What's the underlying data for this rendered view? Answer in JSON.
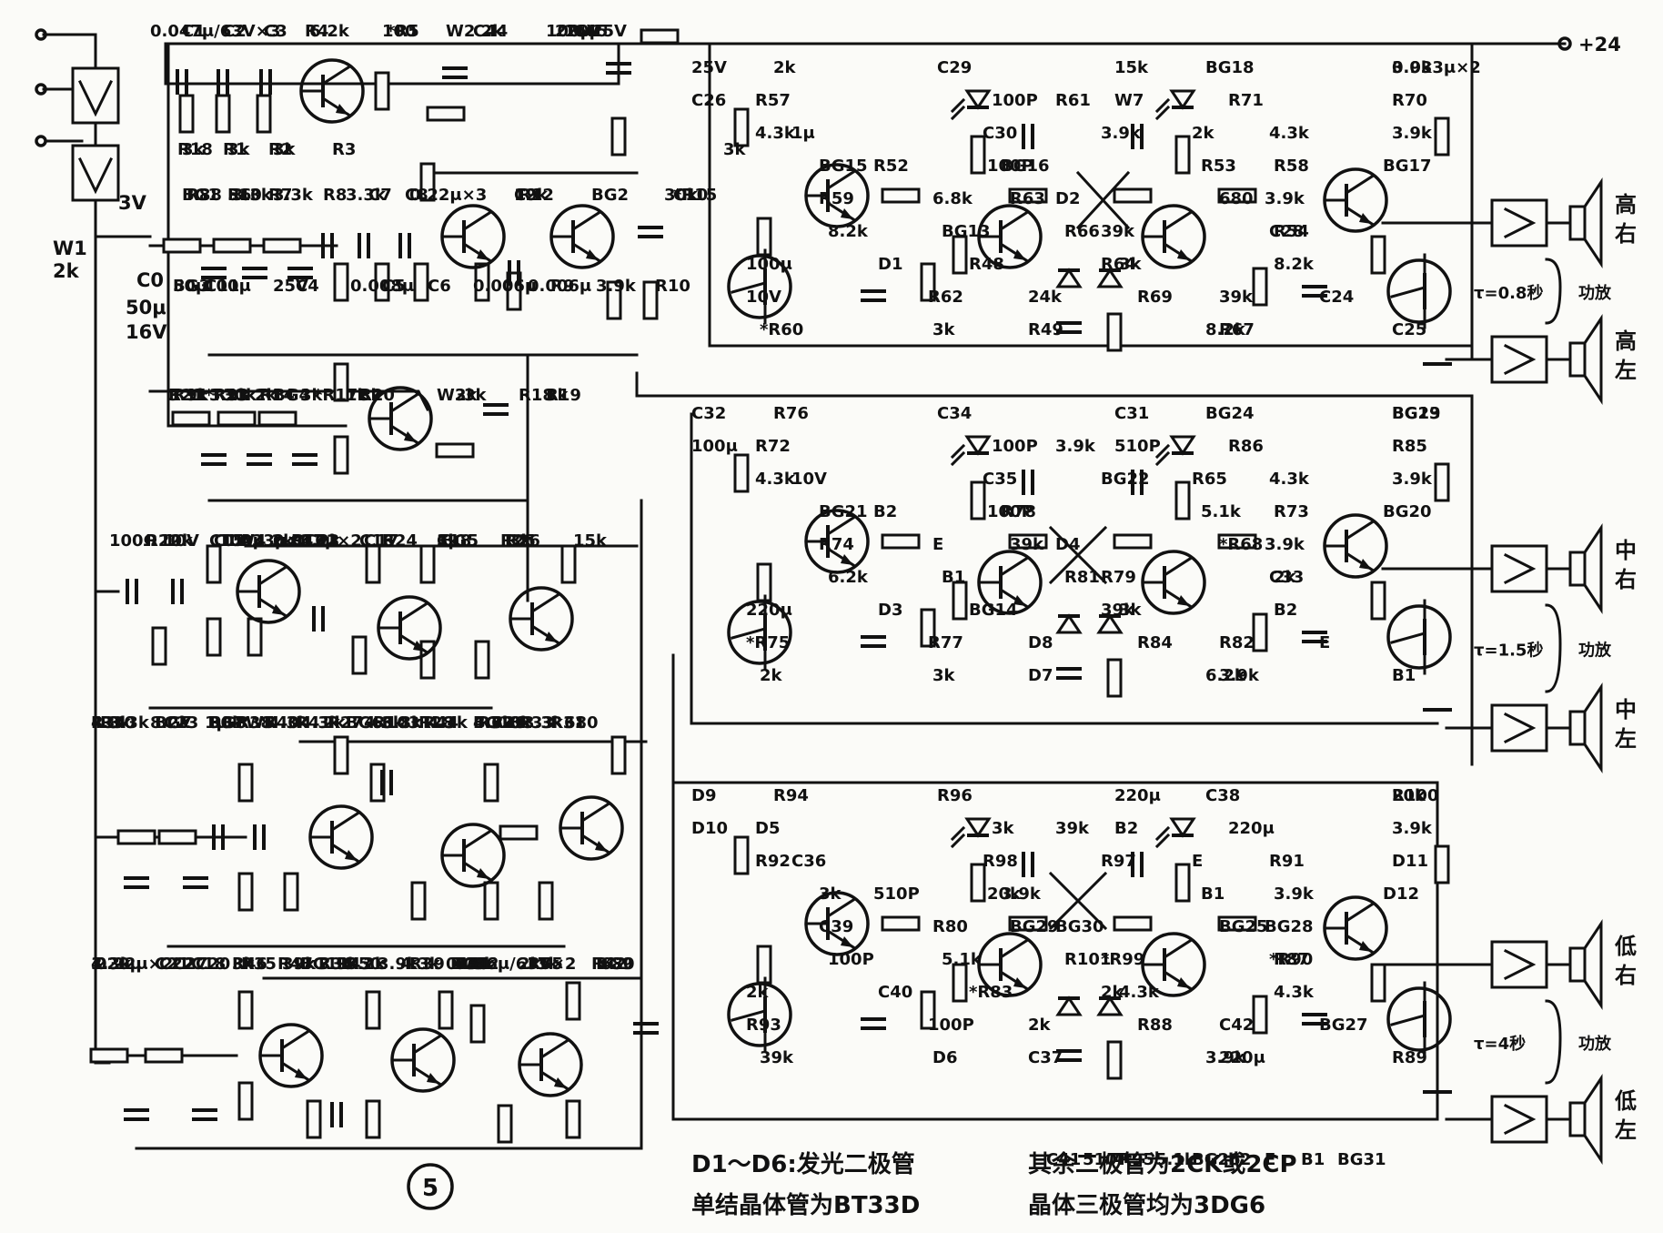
{
  "supply": "+24",
  "figure_number": "5",
  "input_level": "3V",
  "input_pot": {
    "ref": "W1",
    "value": "2k"
  },
  "input_cap": {
    "ref": "C0",
    "value": "50μ",
    "rating": "16V"
  },
  "channels": [
    {
      "band": "高",
      "side_r": "右",
      "side_l": "左",
      "tau": "τ=0.8秒",
      "amp": "功放"
    },
    {
      "band": "中",
      "side_r": "右",
      "side_l": "左",
      "tau": "τ=1.5秒",
      "amp": "功放"
    },
    {
      "band": "低",
      "side_r": "右",
      "side_l": "左",
      "tau": "τ=4秒",
      "amp": "功放"
    }
  ],
  "component_labels": [
    "0.047μ/63V×3",
    "R4",
    "6.2k",
    "C1",
    "C2",
    "C3",
    "*R5",
    "100",
    "C44",
    "100μ",
    "16V",
    "W2 2k",
    "C45",
    "220μ",
    "25V",
    "R18",
    "3k",
    "R1",
    "3k",
    "R2",
    "3k",
    "R3",
    "3k",
    "BG1",
    "R88 510",
    "R6",
    "3.3k",
    "R7",
    "3.3k",
    "R8",
    "3.3k",
    "C7",
    "0.22μ×3",
    "C8",
    "C9",
    "R12",
    "12k",
    "BG2",
    "*R15",
    "30k",
    "C10",
    "50μ",
    "BG3",
    "C11",
    "100μ",
    "25V",
    "C4",
    "0.008μ",
    "C5",
    "C6",
    "0.006μ",
    "0.006μ",
    "R9",
    "3.9k",
    "R10",
    "3.9k",
    "R11",
    "3.9k",
    "R13",
    "2k",
    "R14",
    "3k",
    "*R17",
    "1k",
    "W3",
    "2k",
    "R18",
    "3k",
    "R19",
    "3k",
    "R20",
    "3k",
    "R21",
    "30k",
    "BG4",
    "*R23",
    "100Ω",
    "C15",
    "100μ",
    "10V",
    "R22",
    "10k",
    "W4 2k",
    "C12",
    "C13",
    "C14",
    "0.033μ×3",
    "0.047μ×2",
    "R102",
    "6.2k",
    "C16",
    "C17",
    "R24",
    "3k",
    "BG5",
    "C18",
    "1μ",
    "R25",
    "3k",
    "R26",
    "15k",
    "W5",
    "2k",
    "R27",
    "4.3k",
    "BG6",
    "R28",
    "4.3k",
    "R32",
    "6.8k",
    "R29",
    "680",
    "R31",
    "4.3k",
    "R30",
    "8.2k",
    "BG7",
    "R37",
    "30k",
    "R38",
    "3.3k",
    "C23",
    "1μ",
    "BG8",
    "R40",
    "4.3k",
    "R41",
    "4.3k",
    "R103",
    "6.8k",
    "R44",
    "4.3k",
    "BG10",
    "R33",
    "3.3k",
    "R34",
    "3.3k",
    "0.22μ×2",
    "C21",
    "C22",
    "C18",
    "C20",
    "R35",
    "3.9k",
    "R36",
    "3.9k",
    "R39",
    "510",
    "W6",
    "2k",
    "BG9",
    "R42",
    "680",
    "R43",
    "8.2k",
    "0.006μ/63V×2",
    "R45",
    "3k",
    "R46",
    "3k",
    "R47",
    "39k",
    "BG11",
    "R50",
    "4.3k",
    "BG12",
    "R51",
    "4.3k",
    "R55",
    "4.3k",
    "C27",
    "220μ",
    "25V",
    "C26",
    "1μ",
    "R52",
    "6.8k",
    "BG13",
    "R48",
    "24k",
    "R49",
    "15k",
    "W7",
    "2k",
    "R53",
    "680",
    "R54",
    "8.2k",
    "C24",
    "C25",
    "0.033μ×2",
    "R57",
    "4.3k",
    "BG15",
    "R59",
    "8.2k",
    "D1",
    "R62",
    "3k",
    "C29",
    "100P",
    "C30",
    "100P",
    "D2",
    "R66",
    "3k",
    "R69",
    "8.2k",
    "BG18",
    "R71",
    "4.3k",
    "R58",
    "3.9k",
    "C28",
    "100μ",
    "10V",
    "*R60",
    "2k",
    "R61",
    "3.9k",
    "BG16",
    "R63",
    "39k",
    "R64",
    "39k",
    "R67",
    "3.9k",
    "R70",
    "3.9k",
    "BG17",
    "C32",
    "100μ",
    "10V",
    "B2",
    "E",
    "B1",
    "BG14",
    "D8",
    "D7",
    "C31",
    "510P",
    "R65",
    "5.1k",
    "*R68",
    "2k",
    "B2",
    "E",
    "B1",
    "BG19",
    "R72",
    "4.3k",
    "BG21",
    "R74",
    "6.2k",
    "D3",
    "R77",
    "3k",
    "C34",
    "100P",
    "C35",
    "100P",
    "D4",
    "R81",
    "3k",
    "R84",
    "6.2k",
    "BG24",
    "R86",
    "4.3k",
    "R73",
    "3.9k",
    "C33",
    "220μ",
    "*R75",
    "2k",
    "R76",
    "3.9k",
    "BG22",
    "R78",
    "39k",
    "R79",
    "39k",
    "R82",
    "3.9k",
    "BG23",
    "R85",
    "3.9k",
    "BG20",
    "D9",
    "D10",
    "C36",
    "510P",
    "R80",
    "5.1k",
    "*R83",
    "2k",
    "C37",
    "220μ",
    "B2",
    "E",
    "B1",
    "BG25",
    "R87",
    "4.3k",
    "BG27",
    "R89",
    "20k",
    "D5",
    "R92",
    "3k",
    "C39",
    "100P",
    "C40",
    "100P",
    "D6",
    "R96",
    "3k",
    "R98",
    "20k",
    "BG30",
    "R101",
    "4.3k",
    "R88",
    "3.9k",
    "C38",
    "220μ",
    "R91",
    "3.9k",
    "BG28",
    "*R90",
    "2k",
    "R93",
    "39k",
    "R94",
    "39k",
    "R97",
    "3.9k",
    "BG29",
    "*R99",
    "2k",
    "C42",
    "220μ",
    "R100",
    "3.9k",
    "D11",
    "D12",
    "C41",
    "510P",
    "R95",
    "5.1k",
    "BG26",
    "b2",
    "E",
    "B1",
    "BG31"
  ],
  "notes": [
    "D1～D6:发光二极管",
    "单结晶体管为BT33D",
    "其余二极管为2CK或2CP",
    "晶体三极管均为3DG6"
  ]
}
